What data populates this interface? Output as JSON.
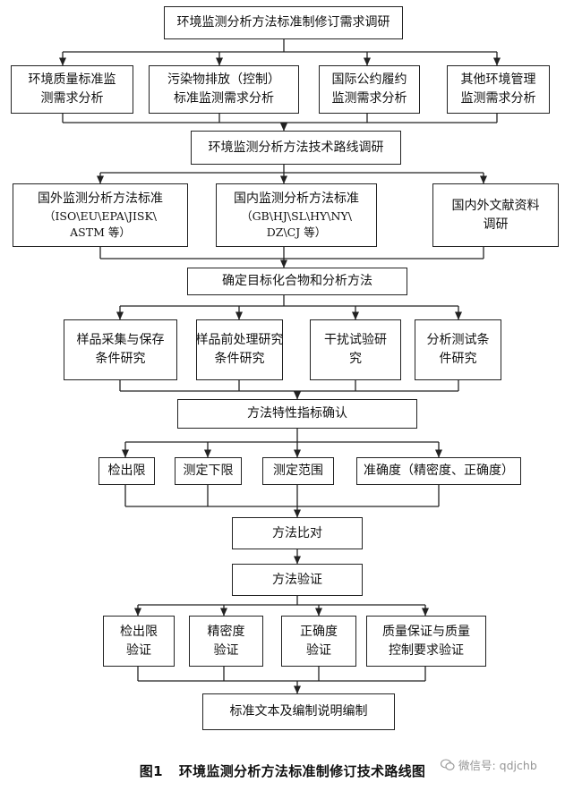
{
  "title": "环境监测分析方法标准制修订需求调研",
  "demand": [
    [
      "环境质量标准监",
      "测需求分析"
    ],
    [
      "污染物排放（控制）",
      "标准监测需求分析"
    ],
    [
      "国际公约履约",
      "监测需求分析"
    ],
    [
      "其他环境管理",
      "监测需求分析"
    ]
  ],
  "tech_route": "环境监测分析方法技术路线调研",
  "research": [
    [
      "国外监测分析方法标准",
      "（ISO\\EU\\EPA\\JISK\\",
      "ASTM 等）"
    ],
    [
      "国内监测分析方法标准",
      "（GB\\HJ\\SL\\HY\\NY\\",
      "DZ\\CJ 等）"
    ],
    [
      "国内外文献资料",
      "调研"
    ]
  ],
  "target": "确定目标化合物和分析方法",
  "studies": [
    [
      "样品采集与保存",
      "条件研究"
    ],
    [
      "样品前处理研究",
      "条件研究"
    ],
    [
      "干扰试验研",
      "究"
    ],
    [
      "分析测试条",
      "件研究"
    ]
  ],
  "method_char": "方法特性指标确认",
  "indicators": [
    "检出限",
    "测定下限",
    "测定范围",
    "准确度（精密度、正确度）"
  ],
  "comparison": "方法比对",
  "verification": "方法验证",
  "verifications": [
    [
      "检出限",
      "验证"
    ],
    [
      "精密度",
      "验证"
    ],
    [
      "正确度",
      "验证"
    ],
    [
      "质量保证与质量",
      "控制要求验证"
    ]
  ],
  "final": "标准文本及编制说明编制",
  "caption": {
    "fig": "图1",
    "text": "环境监测分析方法标准制修订技术路线图"
  },
  "watermark": "微信号: qdjchb",
  "colors": {
    "stroke": "#222222",
    "text": "#111111",
    "watermark": "#8a8a8a"
  }
}
